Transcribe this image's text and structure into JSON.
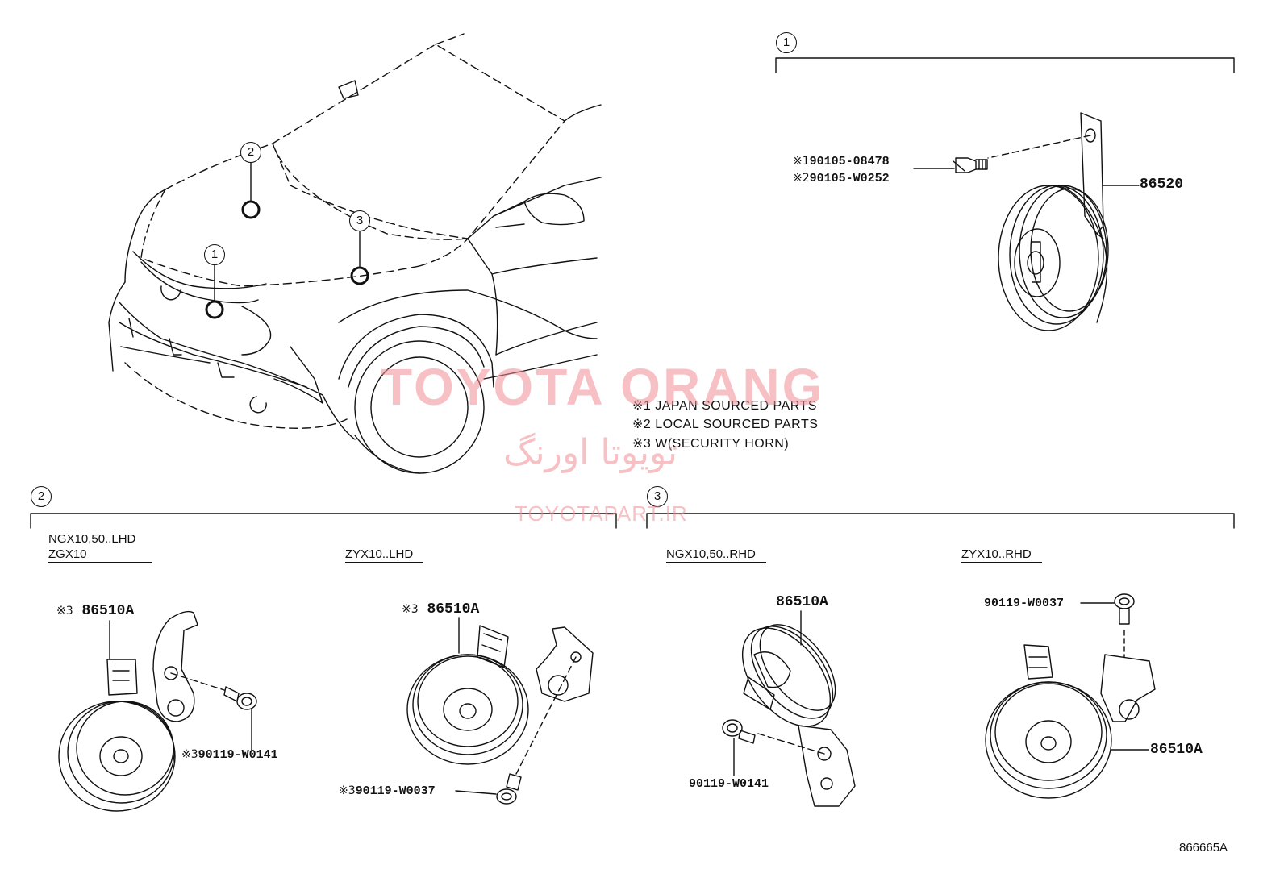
{
  "callouts": {
    "c1": "1",
    "c2": "2",
    "c3": "3"
  },
  "section1": {
    "part_horn": "86520",
    "bolt_line1": {
      "mark": "※1",
      "part": "90105-08478"
    },
    "bolt_line2": {
      "mark": "※2",
      "part": "90105-W0252"
    }
  },
  "notes": {
    "n1": "※1 JAPAN SOURCED PARTS",
    "n2": "※2 LOCAL SOURCED PARTS",
    "n3": "※3 W(SECURITY HORN)"
  },
  "section2": {
    "variant_a": {
      "line1": "NGX10,50..LHD",
      "line2": "ZGX10",
      "horn_mark": "※3",
      "horn_part": "86510A",
      "bolt_mark": "※3",
      "bolt_part": "90119-W0141"
    },
    "variant_b": {
      "line1": "ZYX10..LHD",
      "horn_mark": "※3",
      "horn_part": "86510A",
      "bolt_mark": "※3",
      "bolt_part": "90119-W0037"
    }
  },
  "section3": {
    "variant_a": {
      "line1": "NGX10,50..RHD",
      "horn_part": "86510A",
      "bolt_part": "90119-W0141"
    },
    "variant_b": {
      "line1": "ZYX10..RHD",
      "horn_part": "86510A",
      "bolt_part": "90119-W0037"
    }
  },
  "watermark": {
    "line1": "TOYOTA ORANG",
    "line2": "تویوتا اورنگ",
    "line3": "TOYOTAPART.IR"
  },
  "doc_id": "866665A"
}
